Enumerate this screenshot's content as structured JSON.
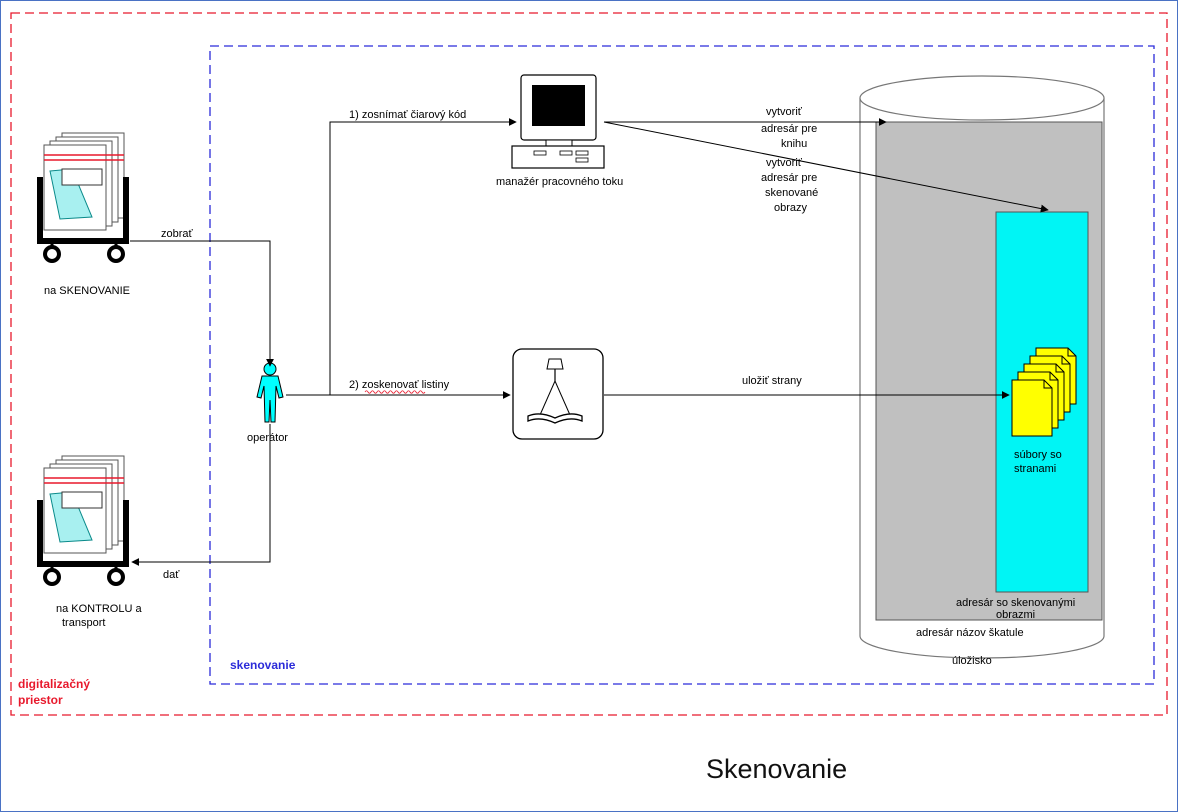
{
  "slide_title": "Skenovanie",
  "zones": {
    "outer_label": [
      "digitalizačný",
      "priestor"
    ],
    "inner_label": "skenovanie"
  },
  "nodes": {
    "cart_in": "na SKENOVANIE",
    "cart_out": [
      "na KONTROLU a",
      "transport"
    ],
    "operator": "operátor",
    "workstation": "manažér pracovného toku",
    "storage": "úložisko",
    "box_folder": "adresár názov škatule",
    "scan_folder": [
      "adresár so skenovanými",
      "obrazmi"
    ],
    "page_files": [
      "súbory so",
      "stranami"
    ]
  },
  "edges": {
    "take": "zobrať",
    "give": "dať",
    "barcode": "1) zosnímať čiarový kód",
    "scan": "2) zoskenovať listiny",
    "save_pages": "uložiť strany",
    "book_dir": [
      "vytvoriť",
      "adresár pre",
      "knihu"
    ],
    "image_dir": [
      "vytvoriť",
      "adresár pre",
      "skenované",
      "obrazy"
    ]
  },
  "colors": {
    "outer_zone": "#e8192c",
    "inner_zone": "#2b2bd9",
    "frame": "#4a72c4",
    "folder_gray": "#c0c0c0",
    "folder_cyan": "#00f5f5",
    "files_yellow": "#ffff00",
    "operator": "#00ffff"
  }
}
